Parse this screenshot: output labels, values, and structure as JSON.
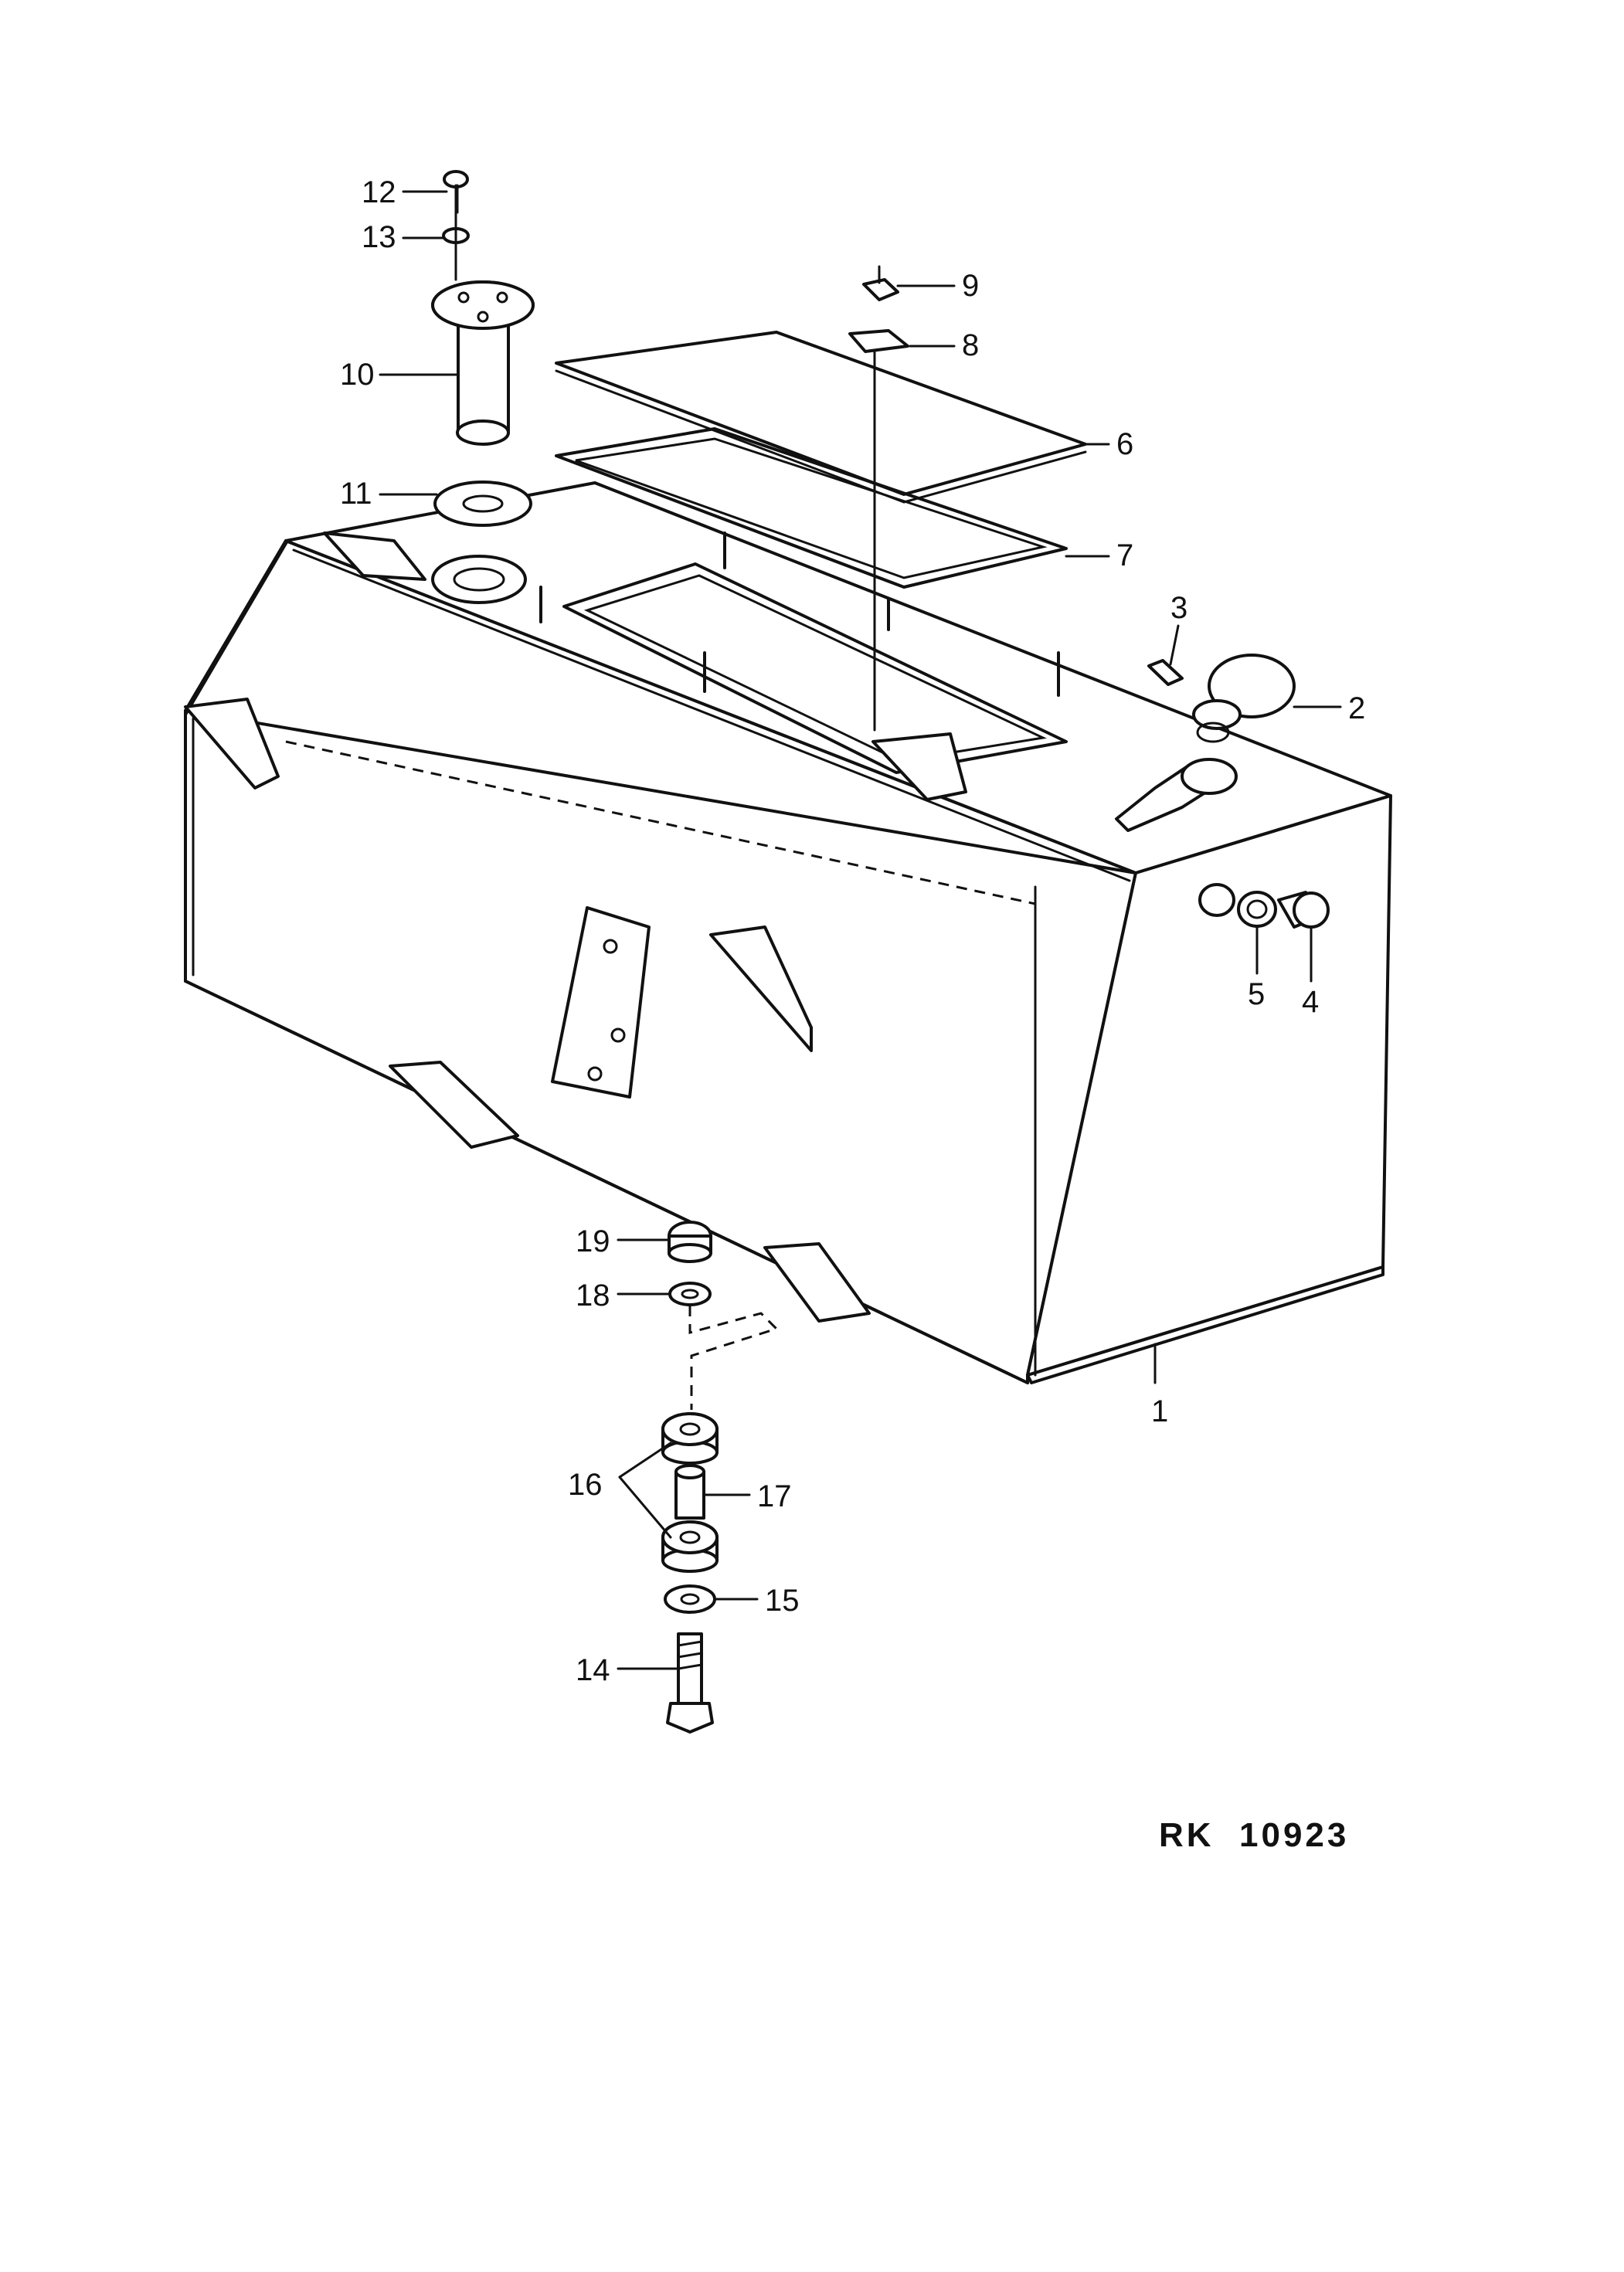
{
  "diagram": {
    "reference_code": "RK  10923",
    "part_labels": [
      "1",
      "2",
      "3",
      "4",
      "5",
      "6",
      "7",
      "8",
      "9",
      "10",
      "11",
      "12",
      "13",
      "14",
      "15",
      "16",
      "17",
      "18",
      "19"
    ]
  }
}
